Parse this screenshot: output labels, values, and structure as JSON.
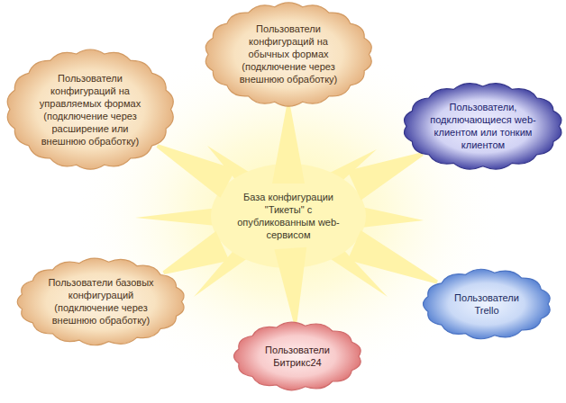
{
  "diagram": {
    "nodes": [
      {
        "text": [
          "Пользователи конфигураций на обычных формах (подключение через внешнюю обработку)"
        ]
      },
      {
        "text": [
          "Пользователи конфигураций на управляемых формах (подключение через расширение или внешнюю обработку)"
        ]
      },
      {
        "text": [
          "Пользователи, подключающиеся web-клиентом или тонким клиентом"
        ]
      },
      {
        "text": [
          "База конфигурации \"Тикеты\" с опубликованным web-сервисом"
        ]
      },
      {
        "text": [
          "Пользователи базовых конфигураций (подключение через внешнюю обработку)"
        ]
      },
      {
        "text": [
          "Пользователи Trello"
        ]
      },
      {
        "text": [
          "Пользователи Битрикс24"
        ]
      }
    ],
    "edges": [
      {
        "from": 3,
        "to": 0,
        "arrow": "none"
      },
      {
        "from": 3,
        "to": 1,
        "arrow": "none"
      },
      {
        "from": 3,
        "to": 2,
        "arrow": "none"
      },
      {
        "from": 3,
        "to": 4,
        "arrow": "none"
      },
      {
        "from": 3,
        "to": 5,
        "arrow": "none"
      },
      {
        "from": 3,
        "to": 6,
        "arrow": "none"
      }
    ]
  }
}
